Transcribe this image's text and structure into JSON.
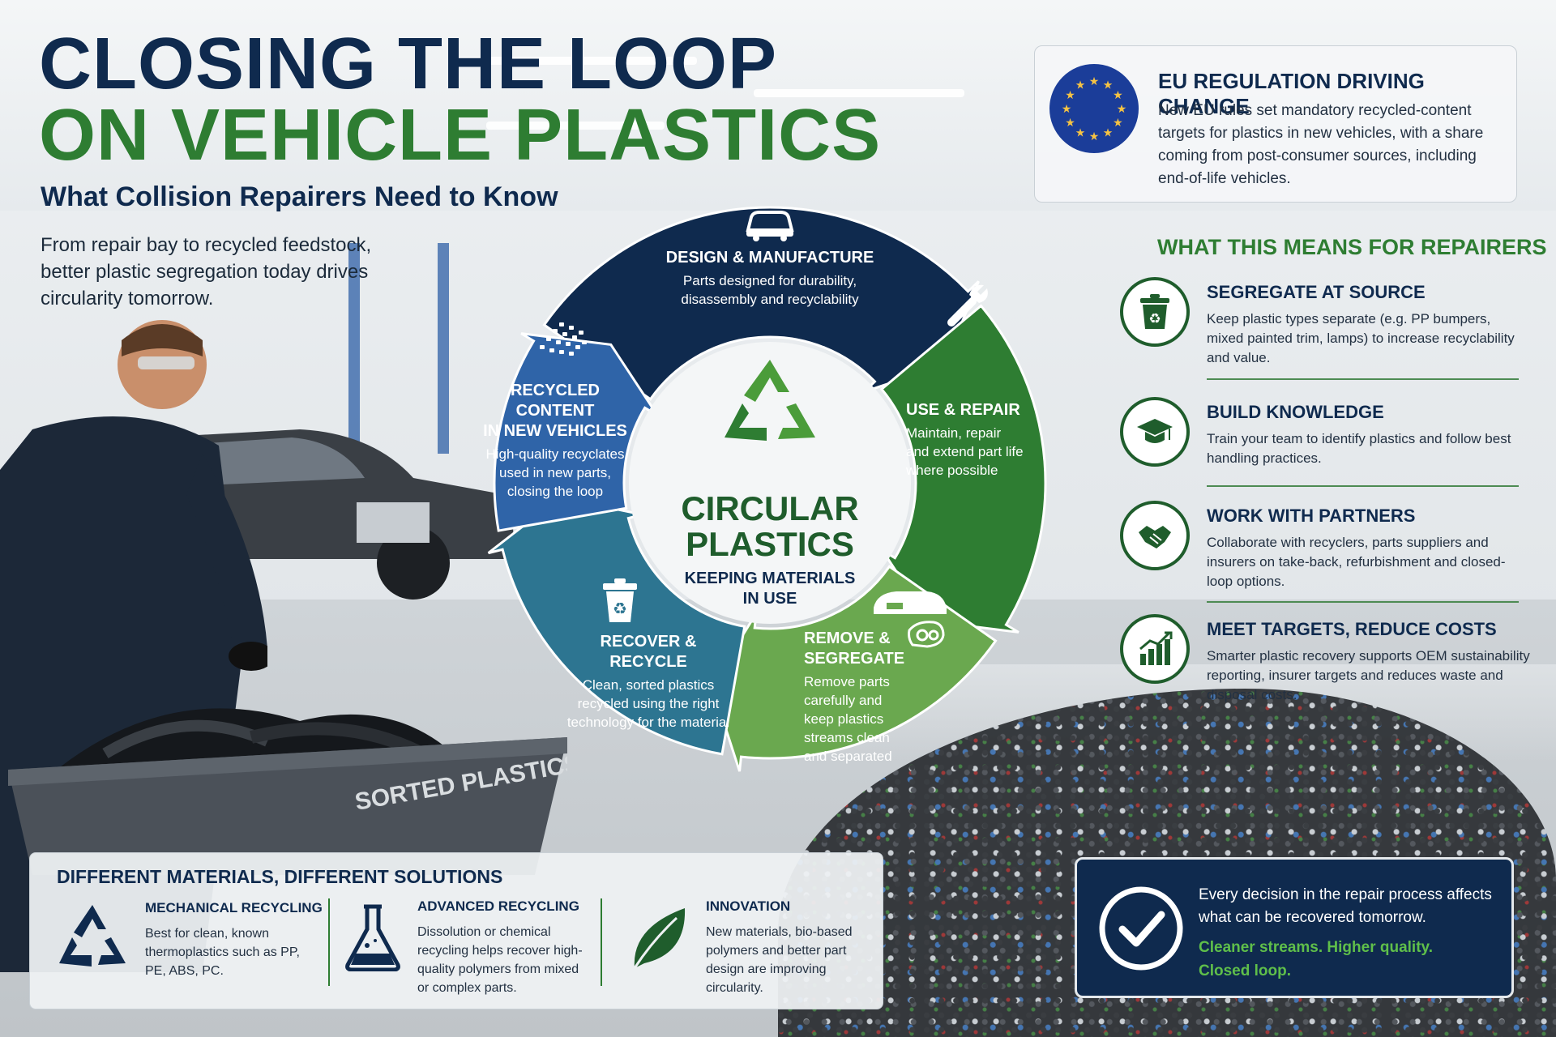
{
  "header": {
    "title_line1": "CLOSING THE LOOP",
    "title_line2": "ON VEHICLE PLASTICS",
    "subtitle": "What Collision Repairers Need to Know",
    "intro": "From repair bay to recycled feedstock, better plastic segregation today drives circularity tomorrow."
  },
  "eu_box": {
    "title": "EU REGULATION DRIVING CHANGE",
    "text": "New EU rules set mandatory recycled-content targets for plastics in new vehicles, with a share coming from post-consumer sources, including end-of-life vehicles."
  },
  "wheel": {
    "center_title_1": "CIRCULAR",
    "center_title_2": "PLASTICS",
    "center_sub_1": "KEEPING MATERIALS",
    "center_sub_2": "IN USE",
    "stages": [
      {
        "title": "DESIGN & MANUFACTURE",
        "text": "Parts designed for durability, disassembly and recyclability",
        "icon": "car-icon"
      },
      {
        "title": "USE & REPAIR",
        "text": "Maintain, repair and extend part life where possible",
        "icon": "wrench-icon"
      },
      {
        "title": "REMOVE & SEGREGATE",
        "text": "Remove parts carefully and keep plastics streams clean and separated",
        "icon": "bumper-headlamp-icon"
      },
      {
        "title": "RECOVER & RECYCLE",
        "text": "Clean, sorted plastics recycled using the right technology for the material",
        "icon": "recycle-bin-icon"
      },
      {
        "title_1": "RECYCLED CONTENT",
        "title_2": "IN NEW VEHICLES",
        "text": "High-quality recyclates used in new parts, closing the loop",
        "icon": "pellets-icon"
      }
    ],
    "colors": {
      "design": "#0f2a4e",
      "use": "#2e7d32",
      "remove": "#6aa84f",
      "recover": "#2d7591",
      "recycled": "#2f64a8"
    }
  },
  "repairers": {
    "heading": "WHAT THIS MEANS FOR REPAIRERS",
    "items": [
      {
        "title": "SEGREGATE AT SOURCE",
        "text": "Keep plastic types separate (e.g. PP bumpers, mixed painted trim, lamps) to increase recyclability and value.",
        "icon": "recycle-bin-icon"
      },
      {
        "title": "BUILD KNOWLEDGE",
        "text": "Train your team to identify plastics and follow best handling practices.",
        "icon": "graduation-cap-icon"
      },
      {
        "title": "WORK WITH PARTNERS",
        "text": "Collaborate with recyclers, parts suppliers and insurers on take-back, refurbishment and closed-loop options.",
        "icon": "handshake-icon"
      },
      {
        "title": "MEET TARGETS, REDUCE COSTS",
        "text": "Smarter plastic recovery supports OEM sustainability reporting, insurer targets and reduces waste and disposal costs.",
        "icon": "growth-chart-icon"
      }
    ]
  },
  "materials": {
    "heading": "DIFFERENT MATERIALS, DIFFERENT SOLUTIONS",
    "columns": [
      {
        "title": "MECHANICAL RECYCLING",
        "text": "Best for clean, known thermoplastics such as PP, PE, ABS, PC.",
        "icon": "recycle-icon"
      },
      {
        "title": "ADVANCED RECYCLING",
        "text": "Dissolution or chemical recycling helps recover high-quality polymers from mixed or complex parts.",
        "icon": "flask-icon"
      },
      {
        "title": "INNOVATION",
        "text": "New materials, bio-based polymers and better part design are improving circularity.",
        "icon": "leaf-icon"
      }
    ]
  },
  "callout": {
    "text": "Every decision in the repair process affects what can be recovered tomorrow.",
    "emphasis_1": "Cleaner streams. Higher quality.",
    "emphasis_2": "Closed loop."
  },
  "scene": {
    "bin_label": "SORTED PLASTICS"
  }
}
